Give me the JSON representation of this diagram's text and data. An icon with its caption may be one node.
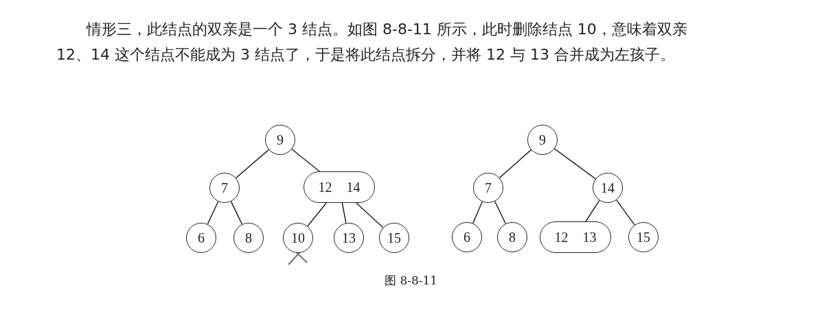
{
  "diagram": {
    "caption": "图 8-8-11",
    "nodes": [
      {
        "text": [
          "9"
        ]
      },
      {
        "text": [
          "7"
        ]
      },
      {
        "text": [
          "12",
          "14"
        ]
      },
      {
        "text": [
          "6"
        ]
      },
      {
        "text": [
          "8"
        ]
      },
      {
        "text": [
          "10"
        ]
      },
      {
        "text": [
          "13"
        ]
      },
      {
        "text": [
          "15"
        ]
      },
      {
        "text": [
          "9"
        ]
      },
      {
        "text": [
          "7"
        ]
      },
      {
        "text": [
          "14"
        ]
      },
      {
        "text": [
          "6"
        ]
      },
      {
        "text": [
          "8"
        ]
      },
      {
        "text": [
          "12",
          "13"
        ]
      },
      {
        "text": [
          "15"
        ]
      }
    ],
    "edges": [
      {
        "from": 0,
        "to": 1,
        "arrow": "none"
      },
      {
        "from": 0,
        "to": 2,
        "arrow": "none"
      },
      {
        "from": 1,
        "to": 3,
        "arrow": "none"
      },
      {
        "from": 1,
        "to": 4,
        "arrow": "none"
      },
      {
        "from": 2,
        "to": 5,
        "arrow": "none"
      },
      {
        "from": 2,
        "to": 6,
        "arrow": "none"
      },
      {
        "from": 2,
        "to": 7,
        "arrow": "none"
      },
      {
        "from": 8,
        "to": 9,
        "arrow": "none"
      },
      {
        "from": 8,
        "to": 10,
        "arrow": "none"
      },
      {
        "from": 9,
        "to": 11,
        "arrow": "none"
      },
      {
        "from": 9,
        "to": 12,
        "arrow": "none"
      },
      {
        "from": 10,
        "to": 13,
        "arrow": "none"
      },
      {
        "from": 10,
        "to": 14,
        "arrow": "none"
      }
    ],
    "labels": [
      "情形三，此结点的双亲是一个 3 结点。如图 8-8-11 所示，此时删除结点 10，意味着双亲 12、14 这个结点不能成为 3 结点了，于是将此结点拆分，并将 12 与 13 合并成为左孩子。"
    ]
  }
}
